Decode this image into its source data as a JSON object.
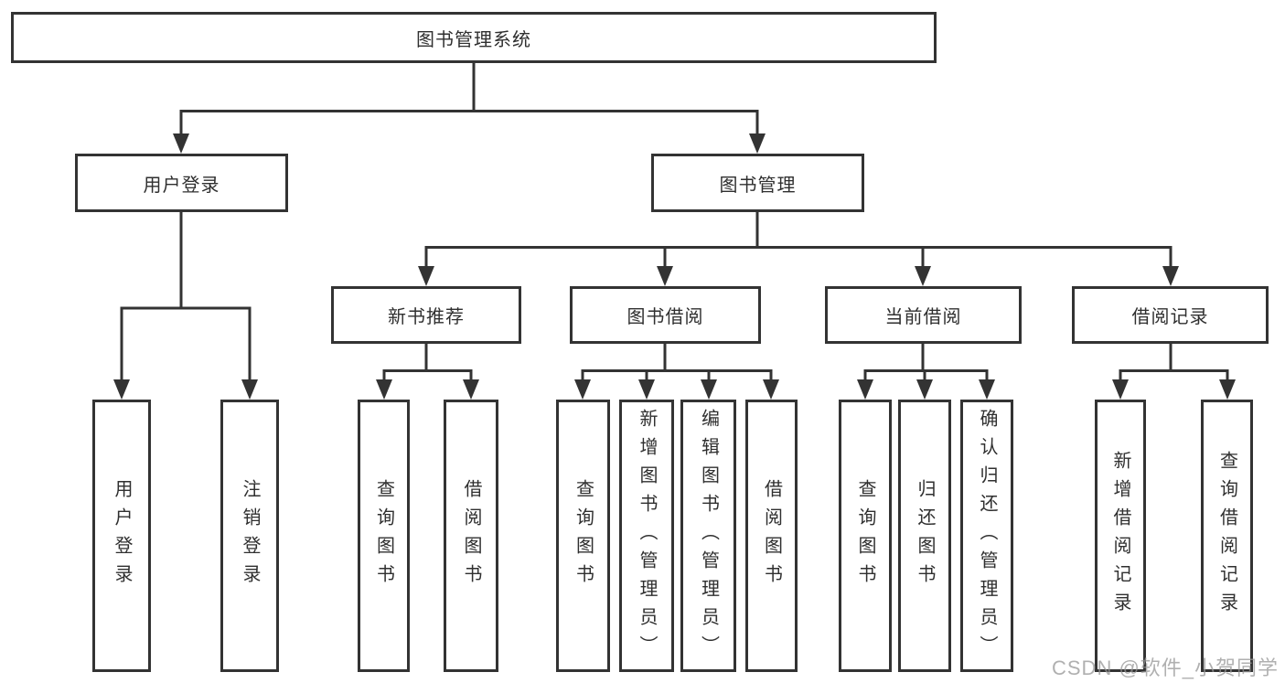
{
  "tree": {
    "root": {
      "label": "图书管理系统"
    },
    "branches": [
      {
        "label": "用户登录",
        "children": [
          {
            "label": "用户登录"
          },
          {
            "label": "注销登录"
          }
        ]
      },
      {
        "label": "图书管理",
        "children": [
          {
            "label": "新书推荐",
            "children": [
              {
                "label": "查询图书"
              },
              {
                "label": "借阅图书"
              }
            ]
          },
          {
            "label": "图书借阅",
            "children": [
              {
                "label": "查询图书"
              },
              {
                "label": "新增图书（管理员）"
              },
              {
                "label": "编辑图书（管理员）"
              },
              {
                "label": "借阅图书"
              }
            ]
          },
          {
            "label": "当前借阅",
            "children": [
              {
                "label": "查询图书"
              },
              {
                "label": "归还图书"
              },
              {
                "label": "确认归还（管理员）"
              }
            ]
          },
          {
            "label": "借阅记录",
            "children": [
              {
                "label": "新增借阅记录"
              },
              {
                "label": "查询借阅记录"
              }
            ]
          }
        ]
      }
    ]
  },
  "watermark": {
    "text": "CSDN @软件_小贺同学"
  },
  "colors": {
    "line": "#333333",
    "text": "#2f2f2f",
    "watermark": "#969696",
    "background": "#ffffff"
  }
}
